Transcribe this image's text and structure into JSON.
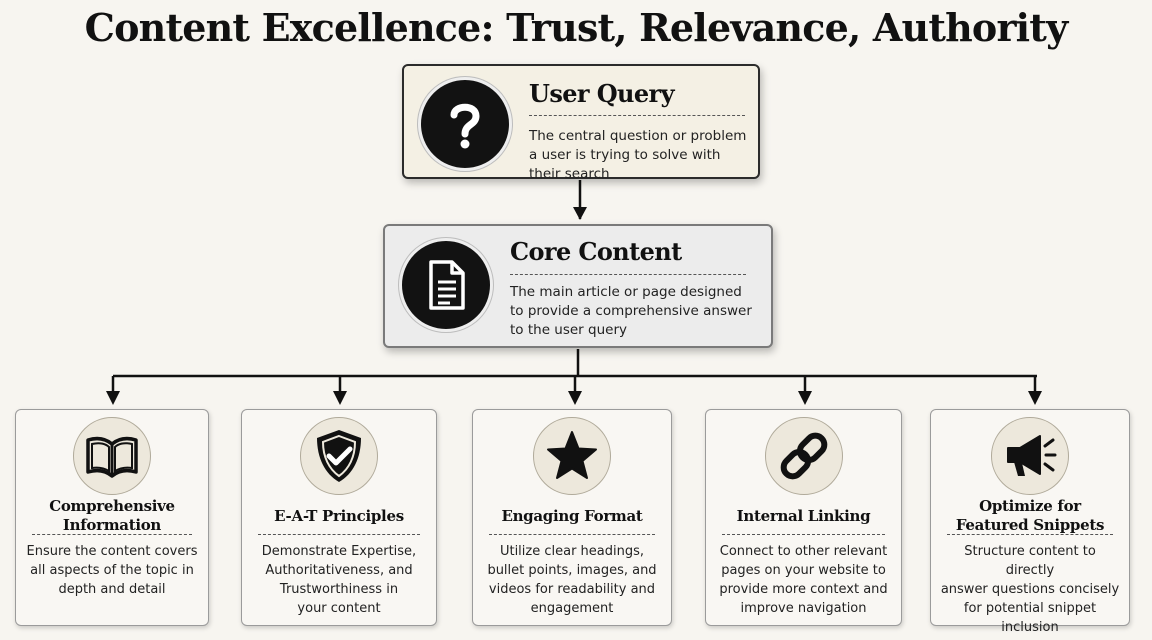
{
  "title": "Content Excellence: Trust, Relevance, Authority",
  "query": {
    "title": "User Query",
    "description": "The central question or problem a user is trying to solve with their search",
    "icon": "question-mark-icon"
  },
  "core": {
    "title": "Core Content",
    "description": "The main article or page designed to provide a comprehensive answer to the user query",
    "icon": "document-icon"
  },
  "pillars": [
    {
      "title": "Comprehensive\nInformation",
      "description": "Ensure the content covers\nall aspects of the topic in\ndepth and detail",
      "icon": "open-book-icon"
    },
    {
      "title": "E-A-T Principles",
      "description": "Demonstrate Expertise,\nAuthoritativeness, and\nTrustworthiness in\nyour content",
      "icon": "shield-check-icon"
    },
    {
      "title": "Engaging Format",
      "description": "Utilize clear headings,\nbullet points, images, and\nvideos for readability and\nengagement",
      "icon": "star-icon"
    },
    {
      "title": "Internal Linking",
      "description": "Connect to other relevant\npages on your website to\nprovide more context and\nimprove navigation",
      "icon": "chain-link-icon"
    },
    {
      "title": "Optimize for\nFeatured Snippets",
      "description": "Structure content to directly\nanswer questions concisely\nfor potential snippet\ninclusion",
      "icon": "megaphone-icon"
    }
  ],
  "colors": {
    "background": "#f7f5f0",
    "top_node_fill": "#f4f0e4",
    "core_node_fill": "#ececec",
    "icon_dark": "#121212",
    "card_icon_fill": "#ede8dc",
    "line": "#111111"
  }
}
